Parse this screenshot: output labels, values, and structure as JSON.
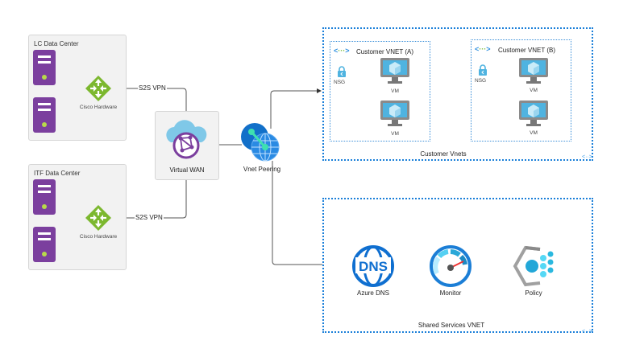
{
  "diagram": {
    "data_centers": [
      {
        "title": "LC Data Center",
        "hardware_label": "Cisco Hardware",
        "link_label": "S2S VPN",
        "servers": 2
      },
      {
        "title": "ITF Data Center",
        "hardware_label": "Cisco Hardware",
        "link_label": "S2S VPN",
        "servers": 2
      }
    ],
    "virtual_wan": {
      "label": "Virtual WAN"
    },
    "vnet_peering": {
      "label": "Vnet Peering"
    },
    "customer_vnets": {
      "label": "Customer Vnets",
      "vnets": [
        {
          "title": "Customer VNET (A)",
          "nsg_label": "NSG",
          "vms": [
            "VM",
            "VM"
          ]
        },
        {
          "title": "Customer VNET (B)",
          "nsg_label": "NSG",
          "vms": [
            "VM",
            "VM"
          ]
        }
      ]
    },
    "shared_services": {
      "label": "Shared Services VNET",
      "services": [
        {
          "label": "Azure DNS",
          "icon": "dns-icon"
        },
        {
          "label": "Monitor",
          "icon": "monitor-gauge-icon"
        },
        {
          "label": "Policy",
          "icon": "policy-icon"
        }
      ]
    },
    "colors": {
      "server_purple": "#7b3f9e",
      "router_green": "#7cb82f",
      "azure_blue": "#0078d4",
      "vm_blue": "#4fb3e0",
      "dotted_blue": "#1a7fd9",
      "dc_bg": "#f2f2f2"
    }
  }
}
